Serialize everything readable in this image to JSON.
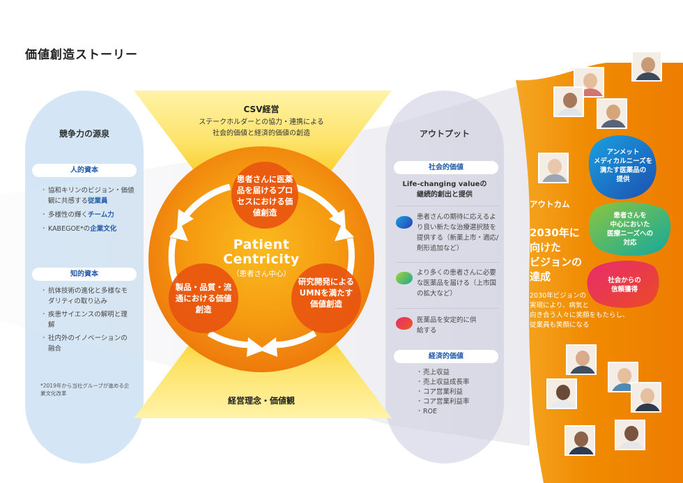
{
  "page_title": "価値創造ストーリー",
  "sources": {
    "title": "競争力の源泉",
    "human": {
      "header": "人的資本",
      "items": [
        {
          "text": "協和キリンのビジョン・価値観に共感する",
          "highlight": "従業員"
        },
        {
          "text": "多様性の輝く",
          "highlight": "チーム力"
        },
        {
          "text": "KABEGOE*の",
          "highlight": "企業文化"
        }
      ]
    },
    "intellectual": {
      "header": "知的資本",
      "items": [
        "抗体技術の進化と多様なモダリティの取り込み",
        "疾患サイエンスの解明と理解",
        "社内外のイノベーションの融合"
      ]
    },
    "footnote": "*2019年から当社グループが進める企業文化改革"
  },
  "csv": {
    "title": "CSV経営",
    "body_line1": "ステークホルダーとの協力・連携による",
    "body_line2": "社会的価値と経済的価値の創造"
  },
  "cycle": {
    "top": "患者さんに医薬品を届けるプロセスにおける価値創造",
    "left": "製品・品質・流通における価値創造",
    "right": "研究開発によるUMNを満たす価値創造",
    "center_title_1": "Patient",
    "center_title_2": "Centricity",
    "center_sub": "（患者さん中心）"
  },
  "philosophy": "経営理念・価値観",
  "output": {
    "title": "アウトプット",
    "social_header": "社会的価値",
    "social_subtitle_1": "Life-changing valueの",
    "social_subtitle_2": "継続的創出と提供",
    "social_items": [
      "患者さんの期待に応えるより良い新たな治療選択肢を提供する（新薬上市・適応/剤形追加など）",
      "より多くの患者さんに必要な医薬品を届ける（上市国の拡大など）",
      "医薬品を安定的に供給する"
    ],
    "economic_header": "経済的価値",
    "economic_items": [
      "売上収益",
      "売上収益成長率",
      "コア営業利益",
      "コア営業利益率",
      "ROE"
    ]
  },
  "outcome": {
    "title": "アウトカム",
    "vision_1": "2030年に",
    "vision_2": "向けた",
    "vision_3": "ビジョンの",
    "vision_4": "達成",
    "body_1": "2030年ビジョンの",
    "body_2": "実現により、病気と",
    "body_3": "向き合う人々に笑顔をもたらし、",
    "body_4": "従業員も笑顔になる",
    "bubbles": [
      {
        "l1": "アンメット",
        "l2": "メディカルニーズを",
        "l3": "満たす医薬品の",
        "l4": "提供"
      },
      {
        "l1": "患者さんを",
        "l2": "中心においた",
        "l3": "医療ニーズへの",
        "l4": "対応"
      },
      {
        "l1": "社会からの",
        "l2": "信頼獲得"
      }
    ]
  },
  "colors": {
    "blue_panel": "#d4e6f5",
    "lavender_panel": "#e2e2ef",
    "orange": "#f08a00",
    "deep_orange": "#e4501a",
    "yellow": "#fcd500",
    "accent_blue": "#1f5aa8"
  }
}
